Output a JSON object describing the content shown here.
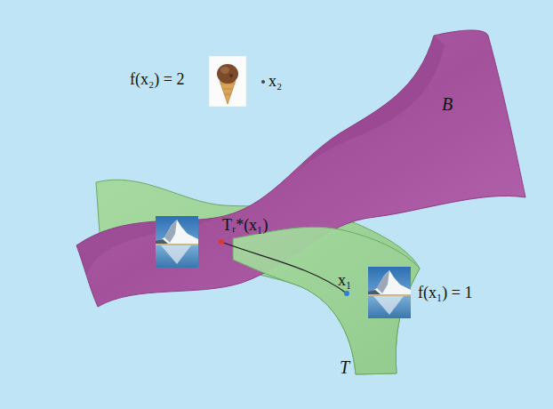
{
  "diagram": {
    "labels": [
      "f(x₂) = 2",
      "x₂",
      "B",
      "Tᵣ*(x₁)",
      "x₁",
      "f(x₁) = 1",
      "T"
    ]
  }
}
